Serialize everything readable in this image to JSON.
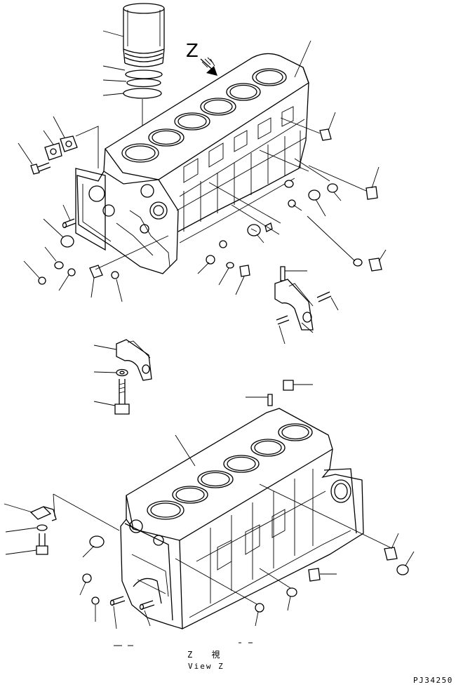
{
  "view_letter": "Z",
  "view_caption_jp": "Z 視",
  "view_caption_en": "View Z",
  "drawing_id": "PJ34250"
}
